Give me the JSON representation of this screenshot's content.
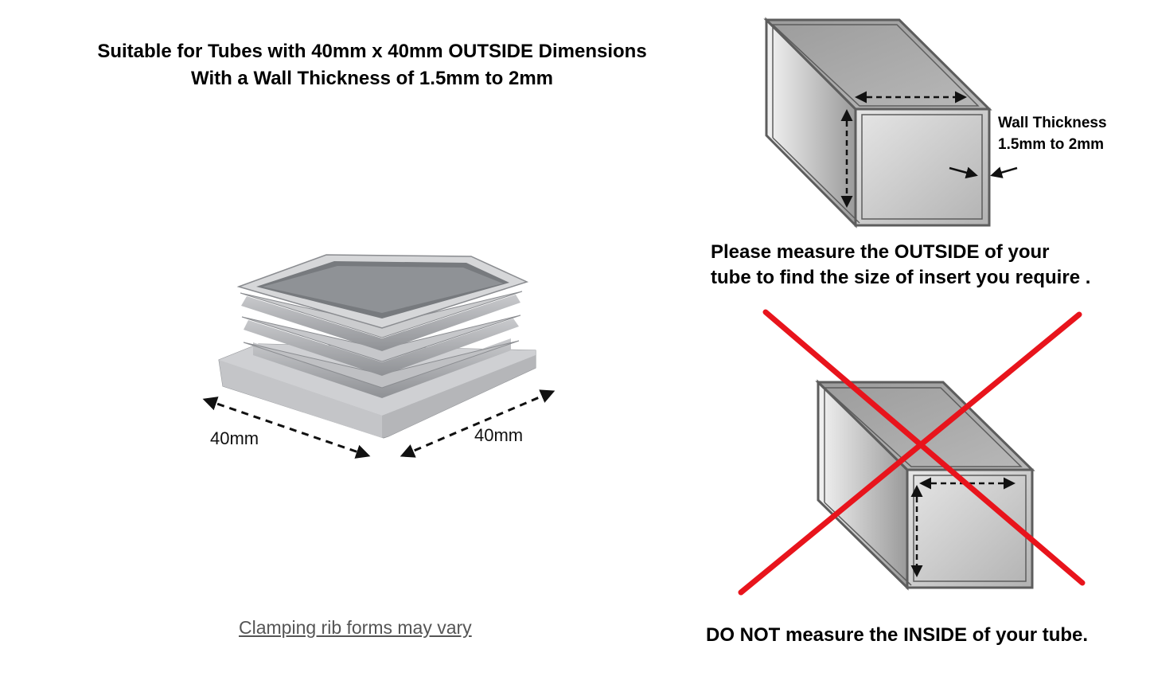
{
  "header": {
    "line1": "Suitable for Tubes with 40mm x 40mm OUTSIDE Dimensions",
    "line2": "With a Wall Thickness of 1.5mm to 2mm"
  },
  "product": {
    "width_label": "40mm",
    "depth_label": "40mm",
    "note": "Clamping rib forms may vary",
    "color": "#a9abae"
  },
  "correct_diagram": {
    "wall_label_line1": "Wall Thickness",
    "wall_label_line2": "1.5mm to 2mm",
    "instruction_line1": "Please measure the OUTSIDE of your",
    "instruction_line2": "tube to find the size of insert you require ."
  },
  "wrong_diagram": {
    "warning": "DO NOT measure the INSIDE of your tube.",
    "cross_color": "#e8141c"
  }
}
